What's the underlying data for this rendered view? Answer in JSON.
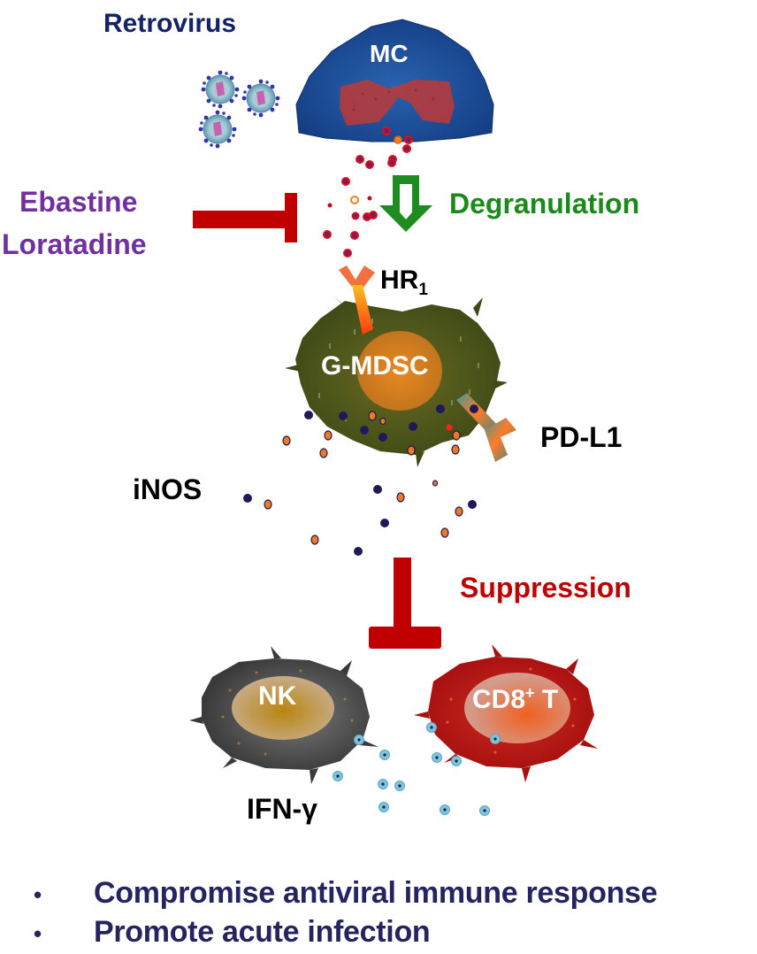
{
  "labels": {
    "retrovirus": "Retrovirus",
    "mc": "MC",
    "drug_1": "Ebastine",
    "drug_2": "Loratadine",
    "degranulation": "Degranulation",
    "receptor_hr": "HR",
    "receptor_hr_sub": "1",
    "gmdsc": "G-MDSC",
    "pdl1": "PD-L1",
    "inos": "iNOS",
    "suppression": "Suppression",
    "nk": "NK",
    "cd8": "CD8",
    "cd8_sup": "+",
    "cd8_t": "T",
    "ifn": "IFN-γ"
  },
  "outcomes": [
    {
      "bullet": "•",
      "text": "Compromise antiviral immune response"
    },
    {
      "bullet": "•",
      "text": "Promote acute infection"
    }
  ],
  "icons": {
    "virus": "retrovirus-particle-icon",
    "mast_cell": "mast-cell-icon",
    "inhibit": "inhibition-t-bar-icon",
    "arrow": "down-arrow-icon",
    "receptor": "y-receptor-icon",
    "granule": "granule-dot-icon"
  },
  "colors": {
    "retrovirus_text": "#14226a",
    "drug_text": "#7030a0",
    "degranulation_text": "#1a8a1a",
    "suppression_text": "#c00000",
    "inhibit_bar": "#c00000",
    "arrow": "#1e8c1e",
    "mc_body": "#1c4f9a",
    "mc_nucleus": "#b83a3a",
    "gmdsc_body": "#4e5a1c",
    "gmdsc_core": "#e07a20",
    "nk_body": "#4a4a4a",
    "nk_core": "#b8861e",
    "cd8_body": "#b81616",
    "cd8_core": "#e8602a",
    "ifn_dot": "#7fc4d8",
    "outcome_text": "#262460",
    "label_text": "#000000"
  }
}
